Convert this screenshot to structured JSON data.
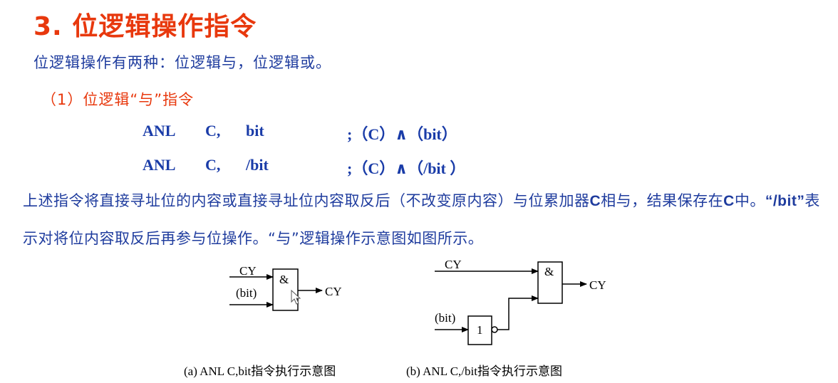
{
  "title": "3. 位逻辑操作指令",
  "intro": "位逻辑操作有两种：位逻辑与，位逻辑或。",
  "subheading": "（1）位逻辑“与”指令",
  "instructions": [
    {
      "opcode": "ANL",
      "operand1": "C,",
      "operand2": "bit",
      "comment": ";（C）∧（bit）"
    },
    {
      "opcode": "ANL",
      "operand1": "C,",
      "operand2": "/bit",
      "comment": ";（C）∧（/bit ）"
    }
  ],
  "paragraph": {
    "p1": "上述指令将直接寻址位的内容或直接寻址位内容取反后（不改变原内容）与位累加器",
    "c1": "C",
    "p2": "相与，结果保存在",
    "c2": "C",
    "p3": "中。",
    "q1": "“/bit”",
    "p4": "表示对将位内容取反后再参与位操作。“与”逻辑操作示意图如图所示。"
  },
  "diagram_a": {
    "input1": "CY",
    "input2": "(bit)",
    "gate": "&",
    "output": "CY",
    "caption": "(a) ANL C,bit指令执行示意图"
  },
  "diagram_b": {
    "input1": "CY",
    "input2": "(bit)",
    "not_gate": "1",
    "gate": "&",
    "output": "CY",
    "caption": "(b) ANL C,/bit指令执行示意图"
  },
  "colors": {
    "title": "#e8380d",
    "body_text": "#1f3c9e",
    "code": "#1a3ca8"
  }
}
